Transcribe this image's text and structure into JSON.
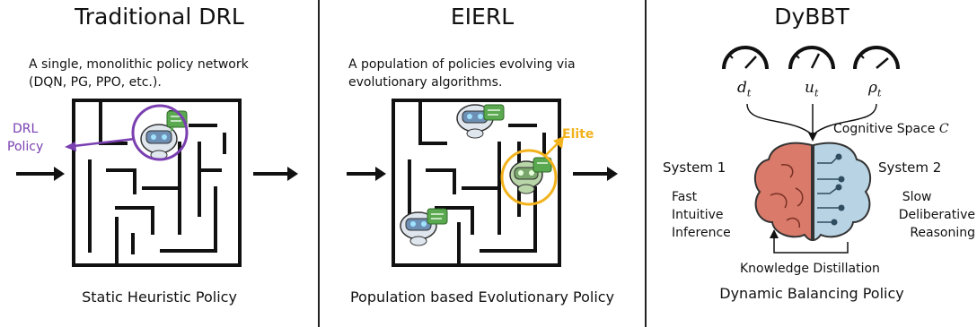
{
  "panels": {
    "drl": {
      "title": "Traditional DRL",
      "description_line1": "A single, monolithic policy network",
      "description_line2": "(DQN, PG, PPO, etc.).",
      "policy_label_line1": "DRL",
      "policy_label_line2": "Policy",
      "caption": "Static Heuristic Policy"
    },
    "eierl": {
      "title": "EIERL",
      "description_line1": "A population of policies evolving via",
      "description_line2": "evolutionary algorithms.",
      "elite_label": "Elite",
      "caption": "Population based Evolutionary Policy"
    },
    "dybbt": {
      "title": "DyBBT",
      "gauge_labels": [
        "d",
        "u",
        "ρ"
      ],
      "gauge_subscript": "t",
      "cognitive_space": "Cognitive Space",
      "cognitive_symbol": "C",
      "system1_title": "System 1",
      "system1_lines": [
        "Fast",
        "Intuitive",
        "Inference"
      ],
      "system2_title": "System 2",
      "system2_lines": [
        "Slow",
        "Deliberative",
        "Reasoning"
      ],
      "distillation": "Knowledge Distillation",
      "caption": "Dynamic Balancing Policy"
    }
  },
  "colors": {
    "purple": "#7a3fb0",
    "elite_orange": "#f2b21c",
    "brain_left": "#d97a6a",
    "brain_right": "#b8d3e3",
    "robot_blue": "#6d8fb3",
    "robot_green": "#7aa56c",
    "bubble_green": "#5aa84f"
  }
}
